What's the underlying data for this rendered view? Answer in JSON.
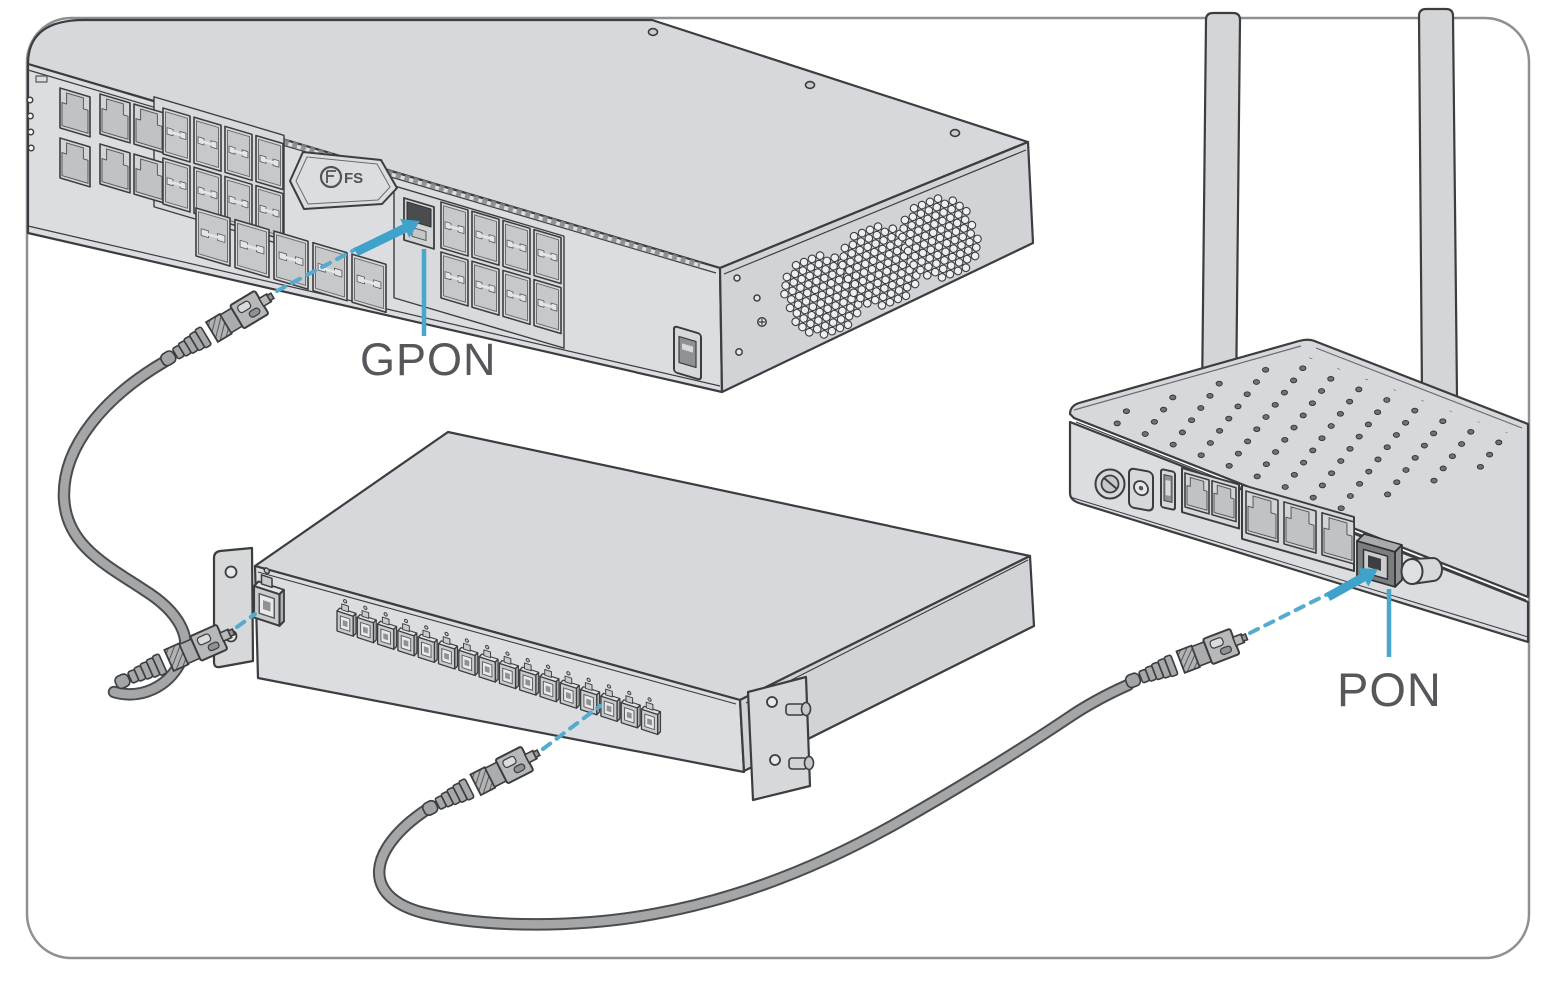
{
  "diagram": {
    "labels": {
      "gpon": "GPON",
      "pon": "PON",
      "brand": "FS"
    },
    "colors": {
      "accent_blue": "#419fc9",
      "dash_blue": "#55abce",
      "label_gray": "#55575b",
      "outline": "#3b3d3f",
      "device_front": "#dcdde0",
      "device_top": "#d7d8db",
      "device_side": "#d2d3d6",
      "cable": "#a4a6a8",
      "cable_outline": "#4a4c4e",
      "frame": "#8e9092",
      "background": "#ffffff"
    },
    "olt": {
      "led_count": 4,
      "rj45_stacked_pair": 2,
      "rj45_block": 4,
      "sfp_left": {
        "cols": 4,
        "rows": 2
      },
      "sfp_lower_row": 5,
      "sfp_right": {
        "cols": 4,
        "rows": 2
      },
      "gpon_ports": 1,
      "vent_clusters": 3,
      "top_screws": 3,
      "side_holes": 4
    },
    "splitter": {
      "input_ports": 1,
      "output_ports": 16,
      "left_ear_screws": 2,
      "right_ear_screws": 2
    },
    "router": {
      "antennas": 2,
      "lan_ports_group_a": 2,
      "lan_ports_group_b": 3,
      "pon_ports": 1
    }
  }
}
